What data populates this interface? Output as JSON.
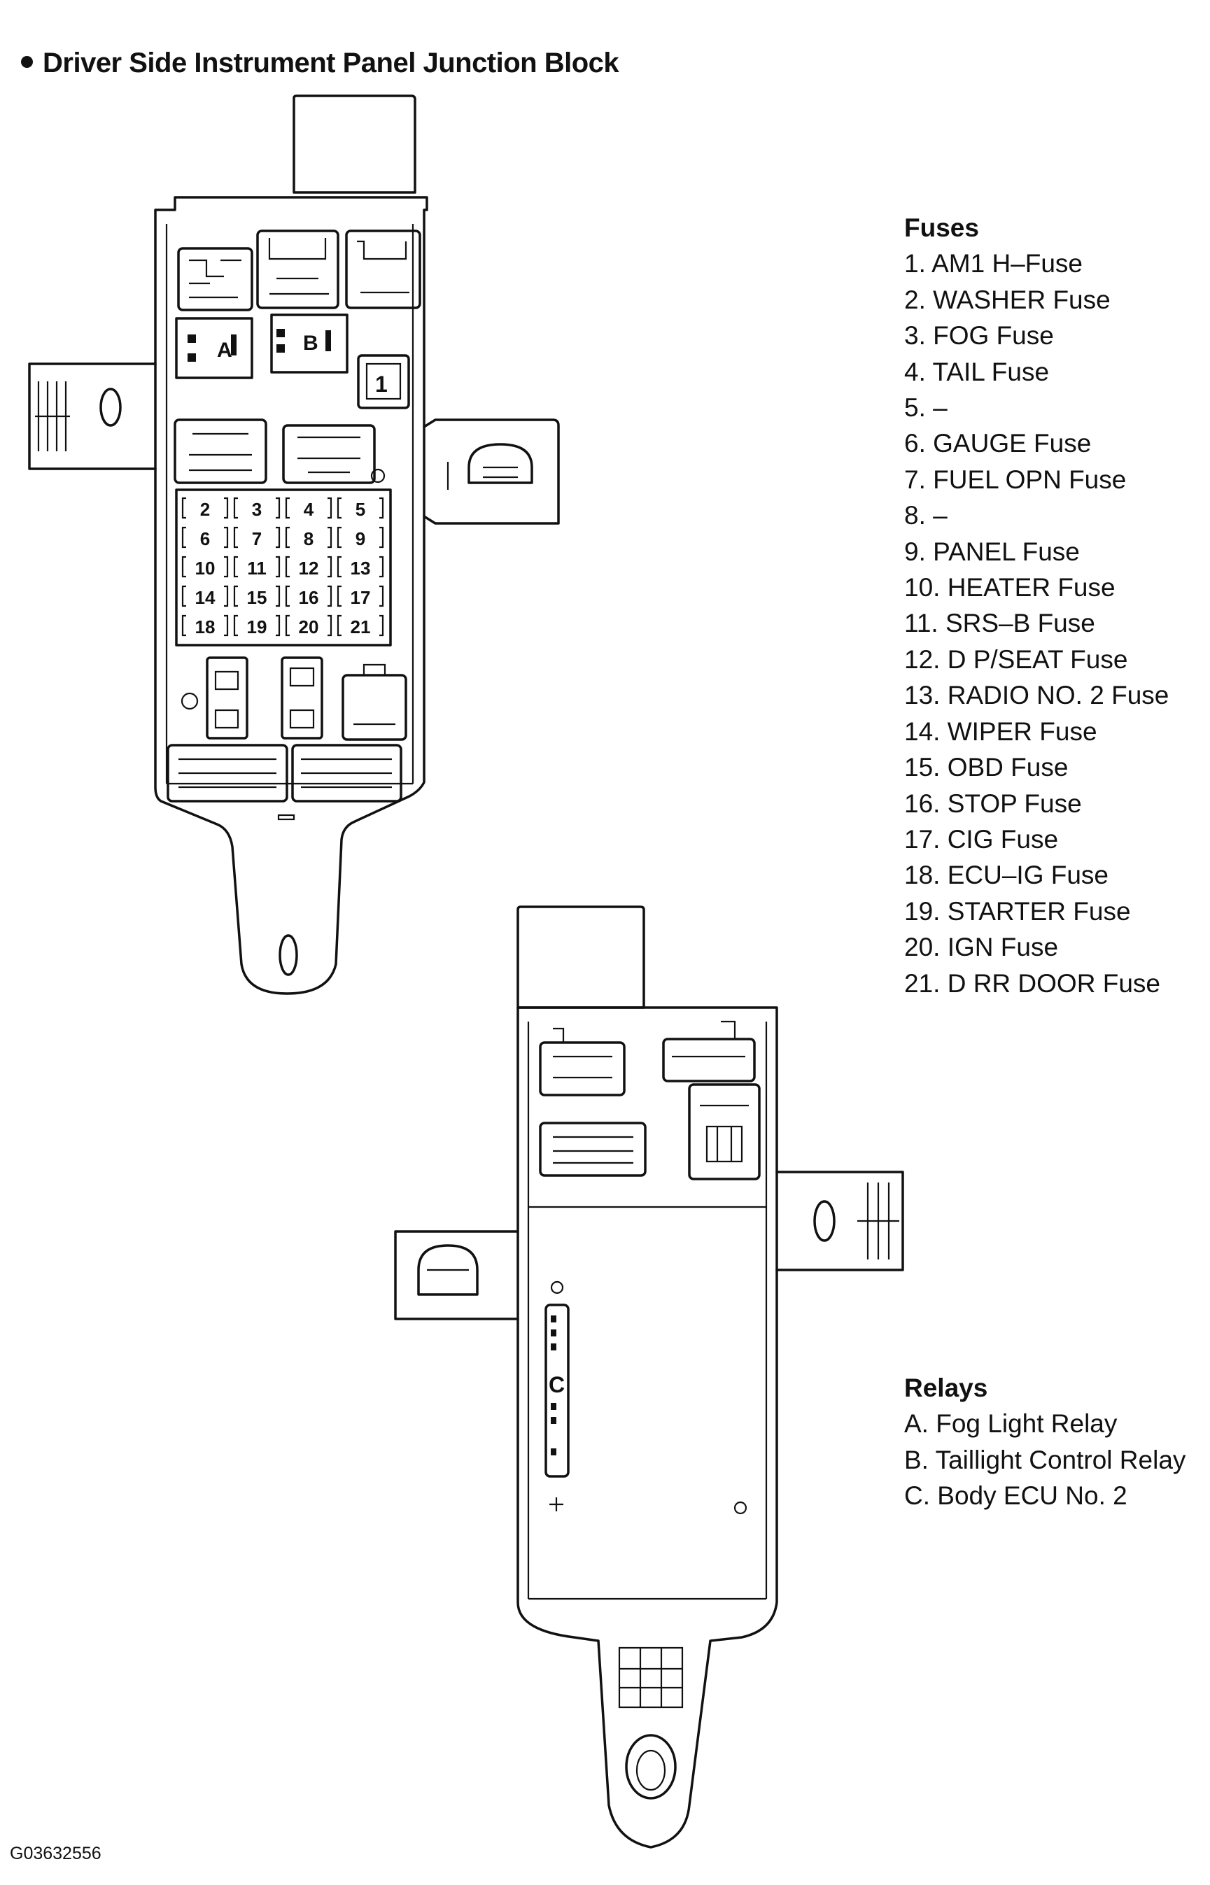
{
  "title": "Driver Side Instrument Panel Junction Block",
  "fuses": {
    "heading": "Fuses",
    "items": [
      "1. AM1 H–Fuse",
      "2. WASHER Fuse",
      "3. FOG Fuse",
      "4. TAIL Fuse",
      "5. –",
      "6. GAUGE Fuse",
      "7. FUEL OPN Fuse",
      "8. –",
      "9. PANEL Fuse",
      "10. HEATER Fuse",
      "11. SRS–B Fuse",
      "12. D P/SEAT Fuse",
      "13. RADIO NO. 2 Fuse",
      "14. WIPER Fuse",
      "15. OBD Fuse",
      "16. STOP Fuse",
      "17. CIG Fuse",
      "18. ECU–IG Fuse",
      "19. STARTER Fuse",
      "20. IGN Fuse",
      "21. D RR DOOR Fuse"
    ]
  },
  "relays": {
    "heading": "Relays",
    "items": [
      "A. Fog Light Relay",
      "B. Taillight Control Relay",
      "C. Body ECU No. 2"
    ]
  },
  "diagram": {
    "front_fuse_labels": [
      "2",
      "3",
      "4",
      "5",
      "6",
      "7",
      "8",
      "9",
      "10",
      "11",
      "12",
      "13",
      "14",
      "15",
      "16",
      "17",
      "18",
      "19",
      "20",
      "21"
    ],
    "big_fuse_label": "1",
    "relay_a_label": "A",
    "relay_b_label": "B",
    "ecu_label": "C"
  },
  "figure_id": "G03632556"
}
